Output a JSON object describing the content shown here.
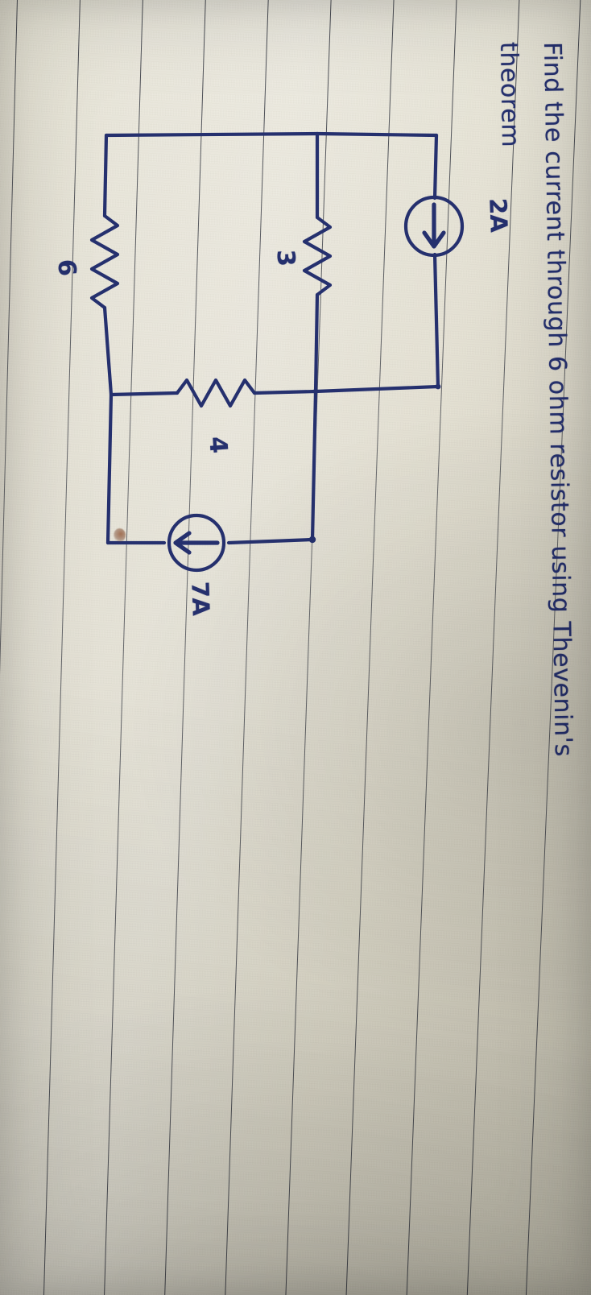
{
  "document": {
    "medium": "handwritten note on ruled paper",
    "ink_color": "#25306e",
    "paper_color": "#ddd9c9",
    "rule_color": "#1e222e",
    "orientation_note": "page rotated 90 degrees clockwise in photo"
  },
  "question": {
    "line1": "Find the current through 6 ohm resistor using Thevenin's",
    "line2": "theorem"
  },
  "circuit": {
    "title": "Thevenin circuit sketch",
    "sources": [
      {
        "name": "current-source-2a",
        "label": "2A",
        "type": "current-source",
        "symbol": "circle-with-arrow",
        "direction": "right"
      },
      {
        "name": "current-source-7a",
        "label": "7A",
        "type": "current-source",
        "symbol": "circle-with-arrow",
        "direction": "down"
      }
    ],
    "resistors": [
      {
        "name": "resistor-3",
        "label": "3",
        "unit": "ohm",
        "orientation": "horizontal"
      },
      {
        "name": "resistor-4",
        "label": "4",
        "unit": "ohm",
        "orientation": "vertical"
      },
      {
        "name": "resistor-6",
        "label": "6",
        "unit": "ohm",
        "orientation": "horizontal"
      }
    ],
    "target_resistor": "6"
  },
  "chart_data": {
    "type": "diagram",
    "title": "Thevenin's theorem circuit",
    "nodes": [
      "top-left",
      "top-right",
      "mid-left",
      "mid-node",
      "right-node",
      "bottom-left",
      "bottom-right"
    ],
    "elements": [
      {
        "id": "I1",
        "label": "2A",
        "kind": "current source",
        "branch": "top branch"
      },
      {
        "id": "R3",
        "label": "3",
        "kind": "resistor",
        "branch": "middle branch"
      },
      {
        "id": "R4",
        "label": "4",
        "kind": "resistor",
        "branch": "vertical branch"
      },
      {
        "id": "R6",
        "label": "6",
        "kind": "resistor",
        "branch": "bottom branch"
      },
      {
        "id": "I2",
        "label": "7A",
        "kind": "current source",
        "branch": "right branch"
      }
    ]
  }
}
